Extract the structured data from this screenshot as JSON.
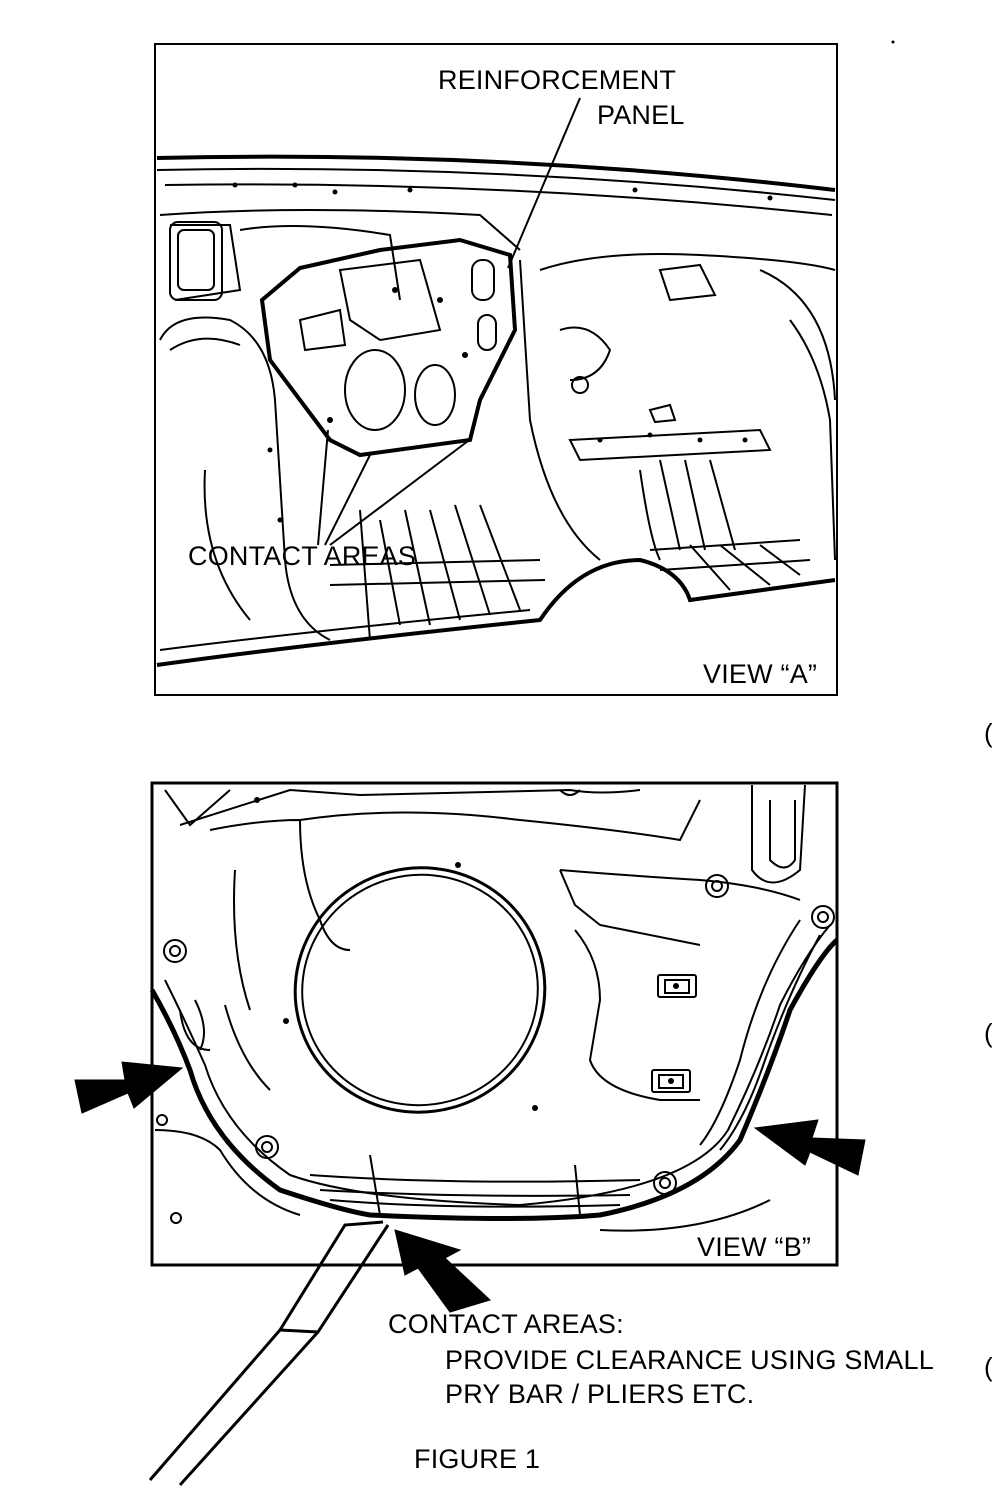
{
  "view_a": {
    "reinforcement_label_line1": "REINFORCEMENT",
    "reinforcement_label_line2": "PANEL",
    "contact_areas_label": "CONTACT AREAS",
    "view_label": "VIEW “A”"
  },
  "view_b": {
    "view_label": "VIEW “B”",
    "contact_areas_label": "CONTACT AREAS:",
    "note_line1": "PROVIDE CLEARANCE USING SMALL",
    "note_line2": "PRY BAR / PLIERS ETC."
  },
  "figure_caption": "FIGURE 1",
  "margin_marks": [
    "(",
    "(",
    "("
  ]
}
